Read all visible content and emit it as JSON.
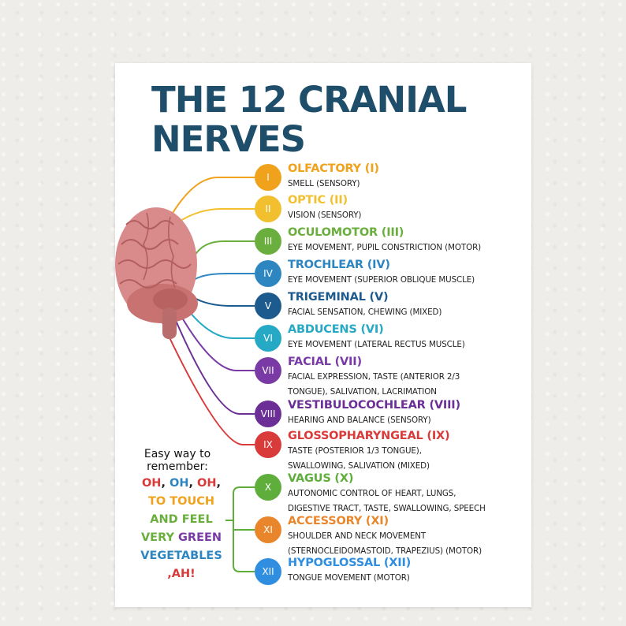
{
  "title": {
    "line1": "THE 12 CRANIAL",
    "line2": "NERVES"
  },
  "colors": {
    "title": "#1f4e6b",
    "orange": "#f0a21c",
    "yellow": "#f2c02e",
    "green": "#6aaf3d",
    "blue": "#2e86c1",
    "navy": "#1d5a8e",
    "teal": "#26a9c4",
    "purple": "#7a3aa5",
    "red": "#d93a3a",
    "xgreen": "#5fae3c",
    "xorange": "#e9862b",
    "xblue": "#2f8ee0"
  },
  "nerves": [
    {
      "numeral": "I",
      "name": "OLFACTORY (I)",
      "desc": [
        "SMELL (SENSORY)"
      ],
      "color": "#f0a21c"
    },
    {
      "numeral": "II",
      "name": "OPTIC (II)",
      "desc": [
        "VISION (SENSORY)"
      ],
      "color": "#f2c02e"
    },
    {
      "numeral": "III",
      "name": "OCULOMOTOR (III)",
      "desc": [
        "EYE MOVEMENT, PUPIL CONSTRICTION (MOTOR)"
      ],
      "color": "#6aaf3d"
    },
    {
      "numeral": "IV",
      "name": "TROCHLEAR (IV)",
      "desc": [
        "EYE MOVEMENT (SUPERIOR OBLIQUE MUSCLE)"
      ],
      "color": "#2e86c1"
    },
    {
      "numeral": "V",
      "name": "TRIGEMINAL (V)",
      "desc": [
        "FACIAL SENSATION, CHEWING (MIXED)"
      ],
      "color": "#1d5a8e"
    },
    {
      "numeral": "VI",
      "name": "ABDUCENS (VI)",
      "desc": [
        "EYE MOVEMENT (LATERAL RECTUS MUSCLE)"
      ],
      "color": "#26a9c4"
    },
    {
      "numeral": "VII",
      "name": "FACIAL (VII)",
      "desc": [
        "FACIAL EXPRESSION, TASTE (ANTERIOR 2/3",
        "TONGUE), SALIVATION, LACRIMATION"
      ],
      "color": "#7a3aa5"
    },
    {
      "numeral": "VIII",
      "name": "VESTIBULOCOCHLEAR (VIII)",
      "desc": [
        "HEARING AND BALANCE (SENSORY)"
      ],
      "color": "#6b2f96"
    },
    {
      "numeral": "IX",
      "name": "GLOSSOPHARYNGEAL (IX)",
      "desc": [
        "TASTE (POSTERIOR 1/3 TONGUE),",
        "SWALLOWING, SALIVATION (MIXED)"
      ],
      "color": "#d93a3a"
    },
    {
      "numeral": "X",
      "name": "VAGUS (X)",
      "desc": [
        "AUTONOMIC CONTROL OF HEART, LUNGS,",
        "DIGESTIVE TRACT, TASTE, SWALLOWING, SPEECH"
      ],
      "color": "#5fae3c"
    },
    {
      "numeral": "XI",
      "name": "ACCESSORY (XI)",
      "desc": [
        "SHOULDER AND NECK MOVEMENT",
        "(STERNOCLEIDOMASTOID, TRAPEZIUS) (MOTOR)"
      ],
      "color": "#e9862b"
    },
    {
      "numeral": "XII",
      "name": "HYPOGLOSSAL (XII)",
      "desc": [
        "TONGUE MOVEMENT (MOTOR)"
      ],
      "color": "#2f8ee0"
    }
  ],
  "mnemonic": {
    "heading1": "Easy way to",
    "heading2": "remember:",
    "lines": [
      [
        {
          "t": "OH",
          "c": "#d93a3a"
        },
        {
          "t": ", ",
          "c": "#222"
        },
        {
          "t": "OH",
          "c": "#2e86c1"
        },
        {
          "t": ", ",
          "c": "#222"
        },
        {
          "t": "OH",
          "c": "#d93a3a"
        },
        {
          "t": ",",
          "c": "#222"
        }
      ],
      [
        {
          "t": "TO TOUCH",
          "c": "#f0a21c"
        }
      ],
      [
        {
          "t": "AND FEEL",
          "c": "#6aaf3d"
        }
      ],
      [
        {
          "t": "VERY ",
          "c": "#6aaf3d"
        },
        {
          "t": "GREEN",
          "c": "#7a3aa5"
        }
      ],
      [
        {
          "t": "VEGETABLES",
          "c": "#2e86c1"
        }
      ],
      [
        {
          "t": ",AH!",
          "c": "#d93a3a"
        }
      ]
    ]
  }
}
